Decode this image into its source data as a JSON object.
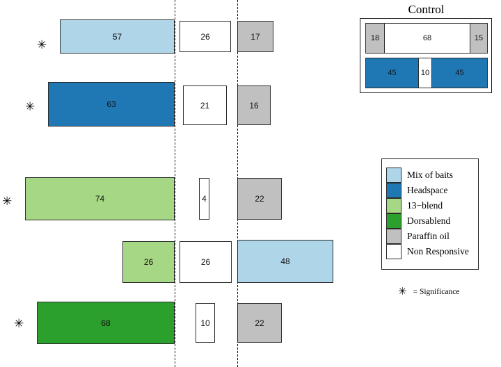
{
  "chart_data": {
    "type": "bar",
    "orientation": "horizontal",
    "style": "diverging-stacked-likert",
    "title": "",
    "xlabel": "",
    "ylabel": "",
    "grid": false,
    "axis_lines": {
      "type": "dashed-vertical",
      "count": 2
    },
    "legend_position": "right-middle",
    "categories": [
      "Mix of baits",
      "Headspace",
      "13−blend",
      "Dorsablend",
      "Paraffin oil",
      "Non Responsive"
    ],
    "colors": {
      "mix_of_baits": "#AED5E8",
      "headspace": "#1F78B4",
      "thirteen_blend": "#A6D785",
      "dorsablend": "#2CA02C",
      "paraffin_oil": "#C0C0C0",
      "non_responsive": "#FFFFFF",
      "outline": "#2b2b2b",
      "dash_line": "#1a1a1a"
    },
    "rows": [
      {
        "id": "row-1",
        "significant": true,
        "left": {
          "value": 57,
          "series": "Mix of baits",
          "color": "#AED5E8"
        },
        "middle": {
          "value": 26,
          "series": "Non Responsive",
          "color": "#FFFFFF"
        },
        "right": {
          "value": 17,
          "series": "Paraffin oil",
          "color": "#C0C0C0"
        }
      },
      {
        "id": "row-2",
        "significant": true,
        "left": {
          "value": 63,
          "series": "Headspace",
          "color": "#1F78B4"
        },
        "middle": {
          "value": 21,
          "series": "Non Responsive",
          "color": "#FFFFFF"
        },
        "right": {
          "value": 16,
          "series": "Paraffin oil",
          "color": "#C0C0C0"
        }
      },
      {
        "id": "row-3",
        "significant": true,
        "left": {
          "value": 74,
          "series": "13−blend",
          "color": "#A6D785"
        },
        "middle": {
          "value": 4,
          "series": "Non Responsive",
          "color": "#FFFFFF"
        },
        "right": {
          "value": 22,
          "series": "Paraffin oil",
          "color": "#C0C0C0"
        }
      },
      {
        "id": "row-4",
        "significant": false,
        "left": {
          "value": 26,
          "series": "13−blend",
          "color": "#A6D785"
        },
        "middle": {
          "value": 26,
          "series": "Non Responsive",
          "color": "#FFFFFF"
        },
        "right": {
          "value": 48,
          "series": "Mix of baits",
          "color": "#AED5E8"
        }
      },
      {
        "id": "row-5",
        "significant": true,
        "left": {
          "value": 68,
          "series": "Dorsablend",
          "color": "#2CA02C"
        },
        "middle": {
          "value": 10,
          "series": "Non Responsive",
          "color": "#FFFFFF"
        },
        "right": {
          "value": 22,
          "series": "Paraffin oil",
          "color": "#C0C0C0"
        }
      }
    ],
    "control": {
      "title": "Control",
      "rows": [
        {
          "id": "control-row-1",
          "segments": [
            {
              "value": 18,
              "series": "Paraffin oil",
              "color": "#C0C0C0"
            },
            {
              "value": 68,
              "series": "Non Responsive",
              "color": "#FFFFFF"
            },
            {
              "value": 15,
              "series": "Paraffin oil",
              "color": "#C0C0C0"
            }
          ]
        },
        {
          "id": "control-row-2",
          "segments": [
            {
              "value": 45,
              "series": "Headspace",
              "color": "#1F78B4"
            },
            {
              "value": 10,
              "series": "Non Responsive",
              "color": "#FFFFFF"
            },
            {
              "value": 45,
              "series": "Headspace",
              "color": "#1F78B4"
            }
          ]
        }
      ]
    },
    "legend": {
      "entries": [
        {
          "label": "Mix of baits",
          "color": "#AED5E8"
        },
        {
          "label": "Headspace",
          "color": "#1F78B4"
        },
        {
          "label": "13−blend",
          "color": "#A6D785"
        },
        {
          "label": "Dorsablend",
          "color": "#2CA02C"
        },
        {
          "label": "Paraffin oil",
          "color": "#C0C0C0"
        },
        {
          "label": "Non Responsive",
          "color": "#FFFFFF"
        }
      ]
    },
    "significance_note": {
      "symbol": "✳",
      "text": "= Significance"
    }
  },
  "bar_labels": {
    "r1_left": "57",
    "r1_mid": "26",
    "r1_right": "17",
    "r2_left": "63",
    "r2_mid": "21",
    "r2_right": "16",
    "r3_left": "74",
    "r3_mid": "4",
    "r3_right": "22",
    "r4_left": "26",
    "r4_mid": "26",
    "r4_right": "48",
    "r5_left": "68",
    "r5_mid": "10",
    "r5_right": "22"
  },
  "control_labels": {
    "title": "Control",
    "c1_a": "18",
    "c1_b": "68",
    "c1_c": "15",
    "c2_a": "45",
    "c2_b": "10",
    "c2_c": "45"
  },
  "legend_labels": {
    "e0": "Mix of baits",
    "e1": "Headspace",
    "e2": "13−blend",
    "e3": "Dorsablend",
    "e4": "Paraffin oil",
    "e5": "Non Responsive"
  },
  "sig_note": {
    "symbol": "✳",
    "text": "= Significance"
  },
  "sig_marks": {
    "m1": "✳",
    "m2": "✳",
    "m3": "✳",
    "m5": "✳"
  }
}
